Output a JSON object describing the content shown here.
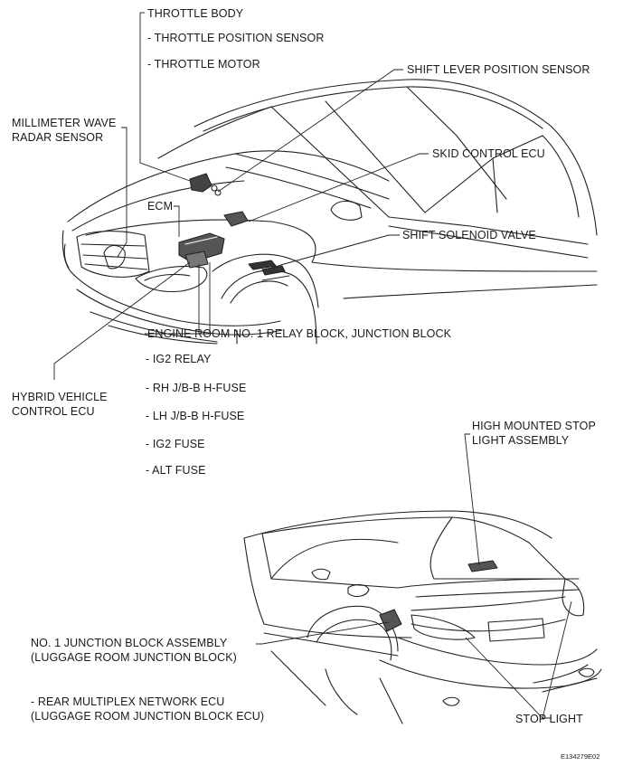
{
  "labels": {
    "throttle_body": "THROTTLE BODY",
    "throttle_position_sensor": "- THROTTLE POSITION SENSOR",
    "throttle_motor": "- THROTTLE MOTOR",
    "shift_lever_position_sensor": "SHIFT LEVER POSITION SENSOR",
    "millimeter_wave_radar_sensor": [
      "MILLIMETER WAVE",
      "RADAR SENSOR"
    ],
    "skid_control_ecu": "SKID CONTROL ECU",
    "ecm": "ECM",
    "shift_solenoid_valve": "SHIFT SOLENOID VALVE",
    "engine_room_relay_block": "ENGINE ROOM NO. 1 RELAY BLOCK, JUNCTION BLOCK",
    "ig2_relay": "- IG2 RELAY",
    "rh_hfuse": "- RH J/B-B H-FUSE",
    "lh_hfuse": "- LH J/B-B H-FUSE",
    "ig2_fuse": "- IG2 FUSE",
    "alt_fuse": "- ALT FUSE",
    "hybrid_vehicle_control_ecu": [
      "HYBRID VEHICLE",
      "CONTROL ECU"
    ],
    "high_mounted_stop_light": [
      "HIGH MOUNTED STOP",
      "LIGHT ASSEMBLY"
    ],
    "no1_junction_block": [
      "NO. 1 JUNCTION BLOCK ASSEMBLY",
      "(LUGGAGE ROOM JUNCTION BLOCK)"
    ],
    "rear_multiplex_ecu": [
      "- REAR MULTIPLEX NETWORK ECU",
      "(LUGGAGE ROOM JUNCTION BLOCK ECU)"
    ],
    "stop_light": "STOP LIGHT"
  },
  "figure_code": "E134279E02"
}
